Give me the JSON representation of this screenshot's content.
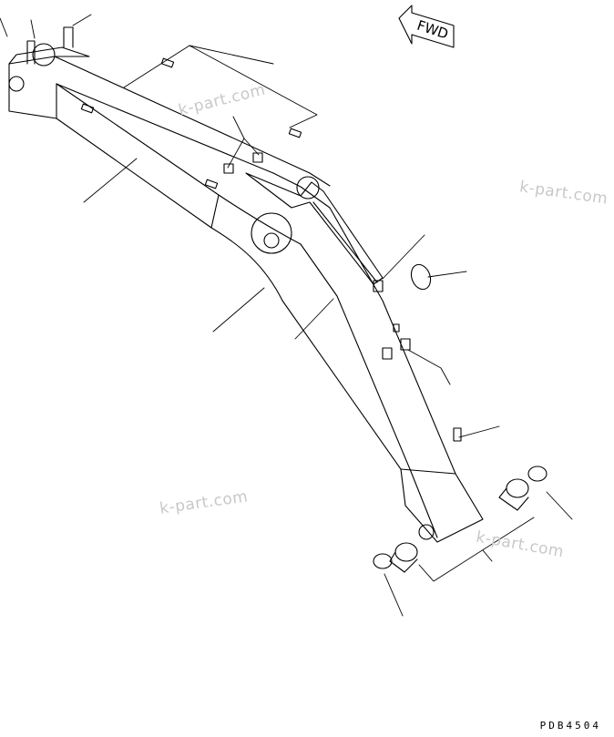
{
  "watermarks": [
    "k-part.com",
    "k-part.com",
    "k-part.com",
    "k-part.com"
  ],
  "fwd_label": "FWD",
  "drawing_code": "PDB4504",
  "colors": {
    "line": "#000000",
    "watermark": "#c8c8c8",
    "background": "#ffffff"
  }
}
